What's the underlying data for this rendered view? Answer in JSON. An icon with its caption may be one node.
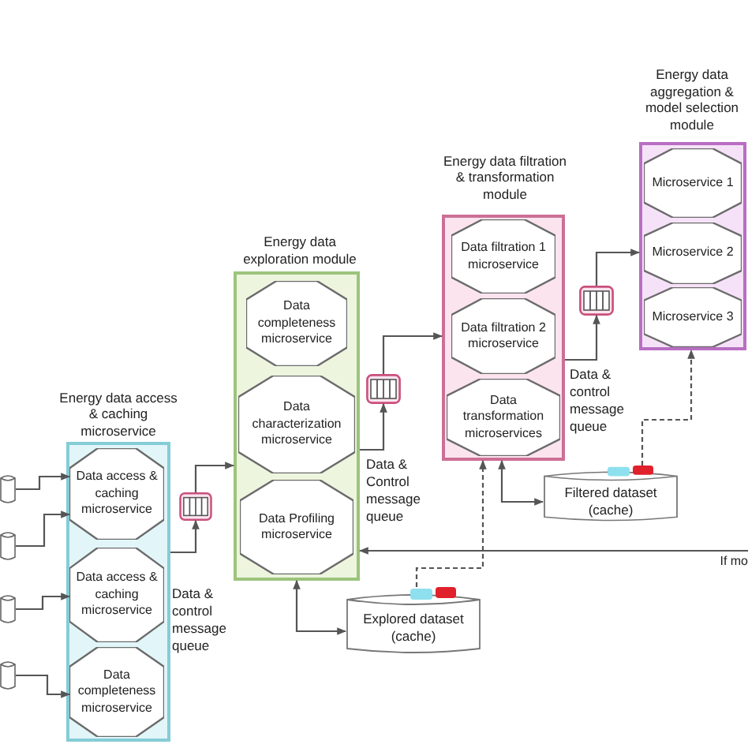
{
  "diagram": {
    "nodes": [
      {
        "text": [
          "Energy data access & caching microservice"
        ]
      },
      {
        "text": [
          "Data access & caching microservice"
        ],
        "in": 0
      },
      {
        "text": [
          "Data access & caching microservice"
        ],
        "in": 0
      },
      {
        "text": [
          "Data completeness microservice"
        ],
        "in": 0
      },
      {
        "text": [
          "Energy data exploration module"
        ]
      },
      {
        "text": [
          "Data completeness microservice"
        ],
        "in": 4
      },
      {
        "text": [
          "Data characterization microservice"
        ],
        "in": 4
      },
      {
        "text": [
          "Data Profiling microservice"
        ],
        "in": 4
      },
      {
        "text": [
          "Energy data filtration & transformation module"
        ]
      },
      {
        "text": [
          "Data filtration 1 microservice"
        ],
        "in": 8
      },
      {
        "text": [
          "Data filtration 2 microservice"
        ],
        "in": 8
      },
      {
        "text": [
          "Data transformation microservices"
        ],
        "in": 8
      },
      {
        "text": [
          "Energy data aggregation & model selection module"
        ]
      },
      {
        "text": [
          "Microservice 1"
        ],
        "in": 12
      },
      {
        "text": [
          "Microservice 2"
        ],
        "in": 12
      },
      {
        "text": [
          "Microservice 3"
        ],
        "in": 12
      },
      {
        "text": [],
        "shape": "queue"
      },
      {
        "text": [],
        "shape": "queue"
      },
      {
        "text": [],
        "shape": "queue"
      },
      {
        "text": [
          "Filtered dataset (cache)"
        ]
      },
      {
        "text": [
          "Explored dataset (cache)"
        ]
      },
      {
        "text": [],
        "shape": "cylinder"
      },
      {
        "text": [],
        "shape": "cylinder"
      },
      {
        "text": [],
        "shape": "cylinder"
      },
      {
        "text": [],
        "shape": "cylinder"
      }
    ],
    "edges": [
      {
        "from": 21,
        "to": 1,
        "arrow": "to"
      },
      {
        "from": 22,
        "to": 1,
        "arrow": "to"
      },
      {
        "from": 23,
        "to": 2,
        "arrow": "to"
      },
      {
        "from": 24,
        "to": 3,
        "arrow": "to"
      },
      {
        "from": 0,
        "to": 16,
        "arrow": "to"
      },
      {
        "from": 16,
        "to": 4,
        "arrow": "to"
      },
      {
        "from": 4,
        "to": 17,
        "arrow": "to"
      },
      {
        "from": 17,
        "to": 8,
        "arrow": "to"
      },
      {
        "from": 8,
        "to": 18,
        "arrow": "to"
      },
      {
        "from": 18,
        "to": 12,
        "arrow": "to"
      },
      {
        "from": 8,
        "to": 19,
        "arrow": "both"
      },
      {
        "from": 20,
        "to": 8,
        "arrow": "to",
        "style": "dashed"
      },
      {
        "from": 19,
        "to": 12,
        "arrow": "to",
        "style": "dashed"
      },
      {
        "from": 4,
        "to": 20,
        "arrow": "both"
      },
      {
        "from": null,
        "to": 4,
        "arrow": "to",
        "label": "If mo"
      }
    ],
    "labels": [
      "Data & control message queue",
      "Data & Control message queue",
      "Data & control message queue"
    ]
  }
}
